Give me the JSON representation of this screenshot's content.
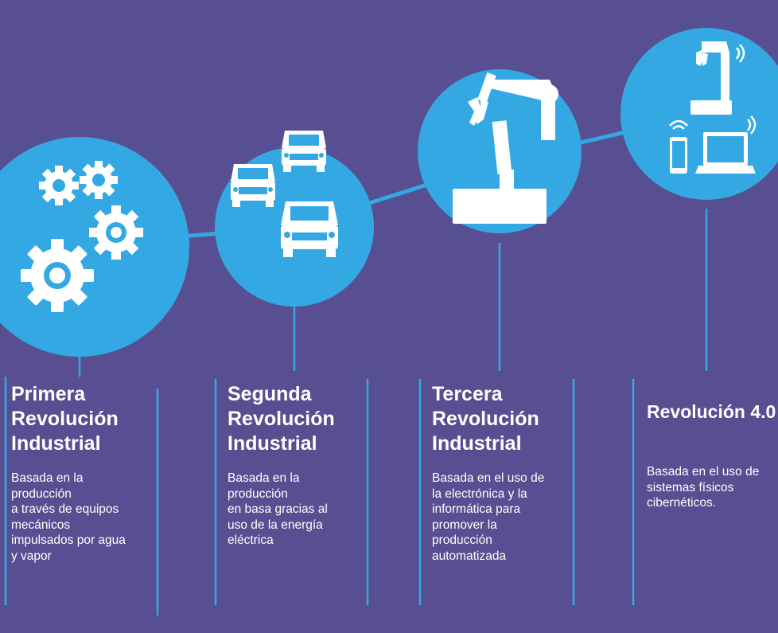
{
  "colors": {
    "background": "#574f91",
    "accent": "#33a8e2",
    "icon": "#ffffff"
  },
  "revolutions": [
    {
      "title": "Primera\nRevolución\nIndustrial",
      "description": "Basada en la\nproducción\na través de equipos\nmecánicos\nimpulsados por agua\ny vapor",
      "icon": "gears-icon"
    },
    {
      "title": "Segunda\nRevolución\nIndustrial",
      "description": "Basada en la\nproducción\nen basa gracias al\nuso de la energía\neléctrica",
      "icon": "cars-icon"
    },
    {
      "title": "Tercera\nRevolución\nIndustrial",
      "description": "Basada en el uso de\nla electrónica y la\ninformática para\npromover la\nproducción\nautomatizada",
      "icon": "robotic-arm-icon"
    },
    {
      "title": "Revolución 4.0",
      "description": "Basada en el uso de\nsistemas físicos\ncibernéticos.",
      "icon": "connected-devices-icon"
    }
  ]
}
